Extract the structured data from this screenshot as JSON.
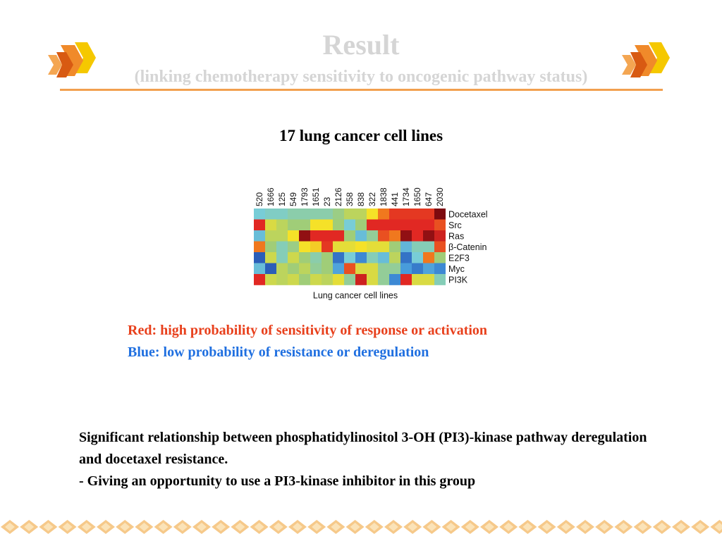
{
  "slide": {
    "title": "Result",
    "subtitle": "(linking chemotherapy sensitivity to oncogenic pathway status)",
    "heading": "17 lung cancer cell lines",
    "legend": {
      "red": "Red: high probability of sensitivity of response or activation",
      "blue": "Blue: low probability of resistance or deregulation"
    },
    "body": [
      "Significant relationship between phosphatidylinositol 3-OH (PI3)-kinase pathway deregulation and docetaxel resistance.",
      "- Giving an opportunity to use a PI3-kinase inhibitor in this group"
    ],
    "colors": {
      "title": "#d5d5d5",
      "rule": "#f2a04f",
      "red_text": "#e8401c",
      "blue_text": "#1f6fe0"
    },
    "decorations": [
      "hexagon-cluster-icon",
      "hexagon-cluster-icon"
    ]
  },
  "chart_data": {
    "type": "heatmap",
    "xlabel": "Lung cancer cell lines",
    "columns": [
      "520",
      "1666",
      "125",
      "549",
      "1793",
      "1651",
      "23",
      "2126",
      "358",
      "838",
      "322",
      "1838",
      "441",
      "1734",
      "1650",
      "647",
      "2030"
    ],
    "rows": [
      "Docetaxel",
      "Src",
      "Ras",
      "β-Catenin",
      "E2F3",
      "Myc",
      "PI3K"
    ],
    "scale": "0 = low probability (blue) to 1 = high probability (red)",
    "values": [
      [
        0.35,
        0.38,
        0.38,
        0.42,
        0.42,
        0.42,
        0.42,
        0.48,
        0.55,
        0.55,
        0.65,
        0.8,
        0.88,
        0.88,
        0.88,
        0.88,
        1.0
      ],
      [
        0.9,
        0.6,
        0.55,
        0.5,
        0.5,
        0.65,
        0.65,
        0.5,
        0.35,
        0.5,
        0.9,
        0.9,
        0.9,
        0.9,
        0.9,
        0.9,
        0.85
      ],
      [
        0.3,
        0.55,
        0.55,
        0.65,
        0.98,
        0.9,
        0.9,
        0.9,
        0.5,
        0.3,
        0.45,
        0.85,
        0.8,
        0.98,
        0.9,
        0.98,
        0.92
      ],
      [
        0.8,
        0.5,
        0.4,
        0.48,
        0.65,
        0.68,
        0.88,
        0.62,
        0.62,
        0.65,
        0.62,
        0.62,
        0.5,
        0.28,
        0.4,
        0.4,
        0.85
      ],
      [
        0.05,
        0.58,
        0.4,
        0.58,
        0.5,
        0.42,
        0.5,
        0.1,
        0.35,
        0.15,
        0.4,
        0.3,
        0.55,
        0.1,
        0.35,
        0.8,
        0.5
      ],
      [
        0.3,
        0.05,
        0.55,
        0.5,
        0.55,
        0.45,
        0.5,
        0.22,
        0.85,
        0.6,
        0.6,
        0.45,
        0.45,
        0.2,
        0.12,
        0.22,
        0.15
      ],
      [
        0.9,
        0.58,
        0.55,
        0.58,
        0.5,
        0.58,
        0.55,
        0.62,
        0.45,
        0.92,
        0.6,
        0.45,
        0.15,
        0.9,
        0.6,
        0.6,
        0.4
      ]
    ]
  }
}
